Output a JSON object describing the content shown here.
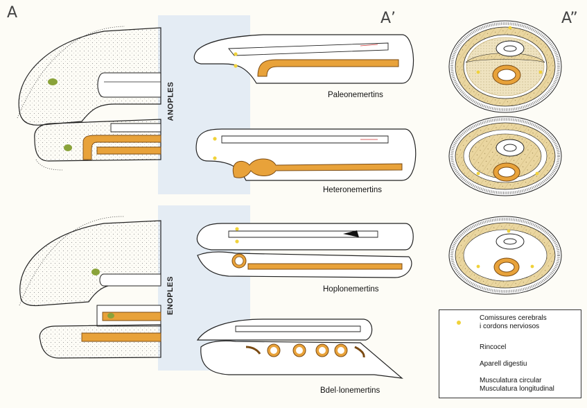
{
  "panels": {
    "a": "A",
    "a_prime": "A’",
    "a_double": "A”"
  },
  "groups": {
    "anoples": "ANOPLES",
    "enoples": "ENOPLES"
  },
  "taxa": {
    "paleo": "Paleonemertins",
    "hetero": "Heteronemertins",
    "hoplo": "Hoplonemertins",
    "bdelo": "Bdel·lonemertins"
  },
  "legend": {
    "nerves_line1": "Comissures cerebrals",
    "nerves_line2": "i cordons nerviosos",
    "rhynchocoel": "Rincocel",
    "digestive": "Aparell digestiu",
    "muscle_circular": "Musculatura circular",
    "muscle_longitudinal": "Musculatura longitudinal"
  },
  "colors": {
    "digestive": "#e8a23a",
    "digestive_edge": "#7a4a12",
    "muscle": "#ead6a0",
    "nerve": "#f0d23a",
    "outline": "#222222",
    "panel_bg": "#e4ecf4",
    "green_organ": "#8aa33a"
  }
}
